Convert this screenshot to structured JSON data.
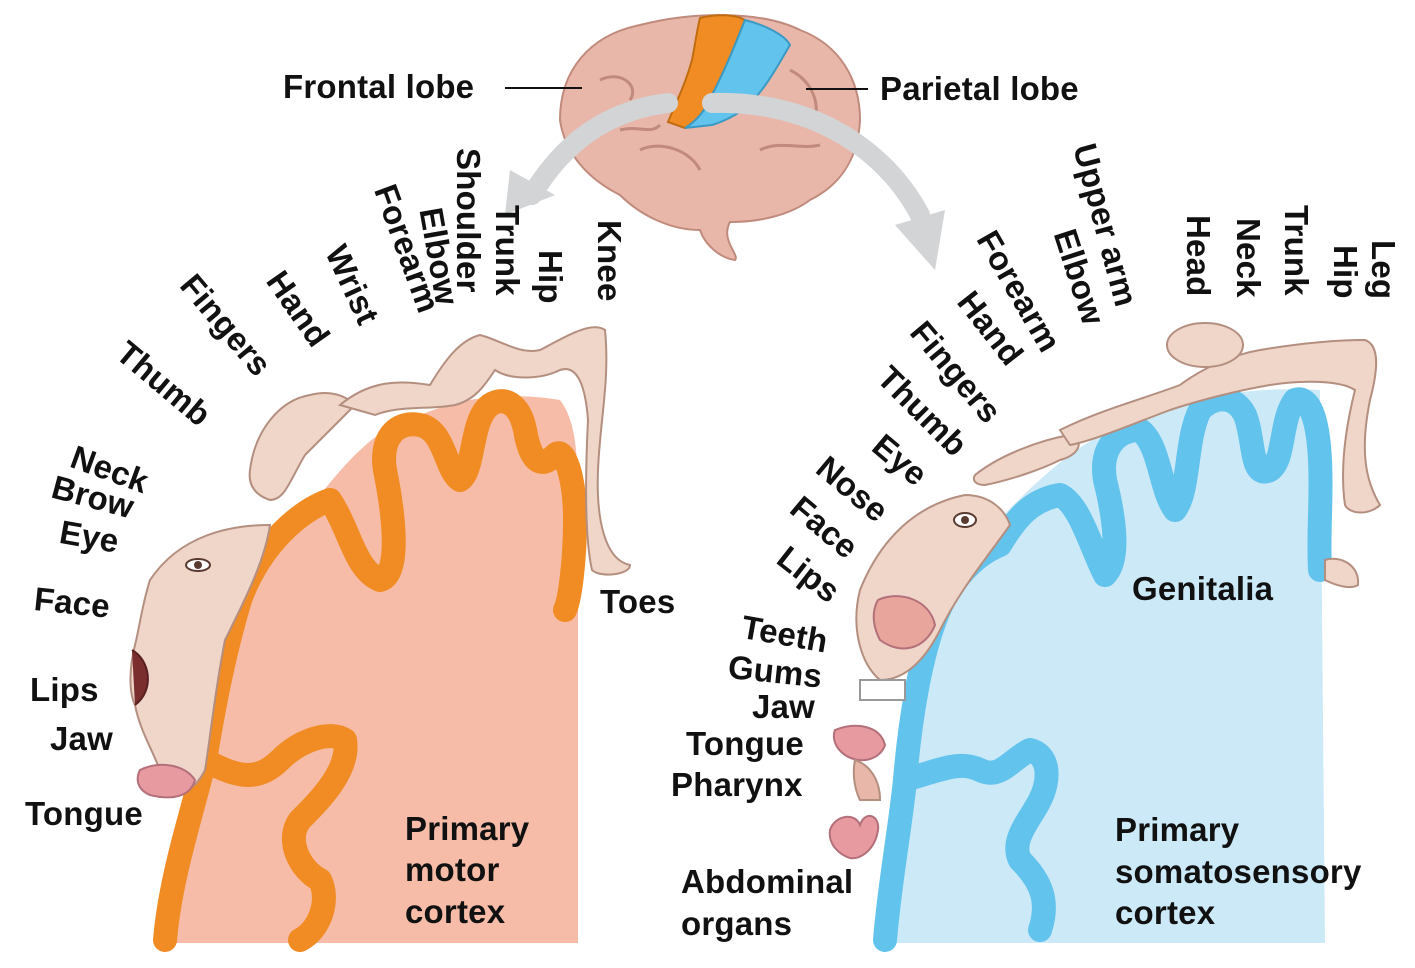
{
  "colors": {
    "motor_cortex_fill": "#f6bca7",
    "motor_gyrus": "#f08c23",
    "sensory_cortex_fill": "#cbe9f7",
    "sensory_gyrus": "#62c3ec",
    "brain": "#e9b7aa",
    "skin": "#efd6c9",
    "arrow": "#d2d4d6"
  },
  "brain": {
    "frontal_lobe": "Frontal lobe",
    "parietal_lobe": "Parietal lobe"
  },
  "motor": {
    "title": [
      "Primary",
      "motor",
      "cortex"
    ],
    "labels": {
      "toes": "Toes",
      "knee": "Knee",
      "hip": "Hip",
      "trunk": "Trunk",
      "shoulder": "Shoulder",
      "elbow": "Elbow",
      "forearm": "Forearm",
      "wrist": "Wrist",
      "hand": "Hand",
      "fingers": "Fingers",
      "thumb": "Thumb",
      "neck": "Neck",
      "brow": "Brow",
      "eye": "Eye",
      "face": "Face",
      "lips": "Lips",
      "jaw": "Jaw",
      "tongue": "Tongue"
    }
  },
  "sensory": {
    "title": [
      "Primary",
      "somatosensory",
      "cortex"
    ],
    "labels": {
      "genitalia": "Genitalia",
      "leg": "Leg",
      "hip": "Hip",
      "trunk": "Trunk",
      "neck": "Neck",
      "head": "Head",
      "upper_arm": "Upper arm",
      "elbow": "Elbow",
      "forearm": "Forearm",
      "hand": "Hand",
      "fingers": "Fingers",
      "thumb": "Thumb",
      "eye": "Eye",
      "nose": "Nose",
      "face": "Face",
      "lips": "Lips",
      "teeth": "Teeth",
      "gums": "Gums",
      "jaw": "Jaw",
      "tongue": "Tongue",
      "pharynx": "Pharynx",
      "abdominal": [
        "Abdominal",
        "organs"
      ]
    }
  }
}
